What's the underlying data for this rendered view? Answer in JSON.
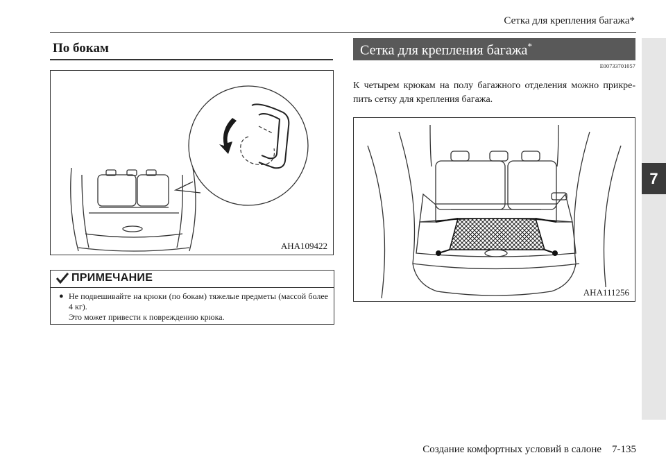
{
  "header": {
    "running_title": "Сетка для крепления багажа*"
  },
  "chapter_tab": "7",
  "left": {
    "section_title": "По бокам",
    "figure_code": "AHA109422",
    "note": {
      "heading": "ПРИМЕЧАНИЕ",
      "bullet": "Не подвешивайте на крюки (по бокам) тяжелые предметы (массой более 4 кг).",
      "text": "Это может привести к повреждению крюка."
    }
  },
  "right": {
    "section_title": "Сетка для крепления багажа",
    "section_mark": "*",
    "ref_code": "E00733701057",
    "intro": "К четырем крюкам на полу багажного отделения можно прикре-пить сетку для крепления багажа.",
    "figure_code": "AHA111256"
  },
  "footer": {
    "text": "Создание комфортных условий в салоне    7-135"
  }
}
